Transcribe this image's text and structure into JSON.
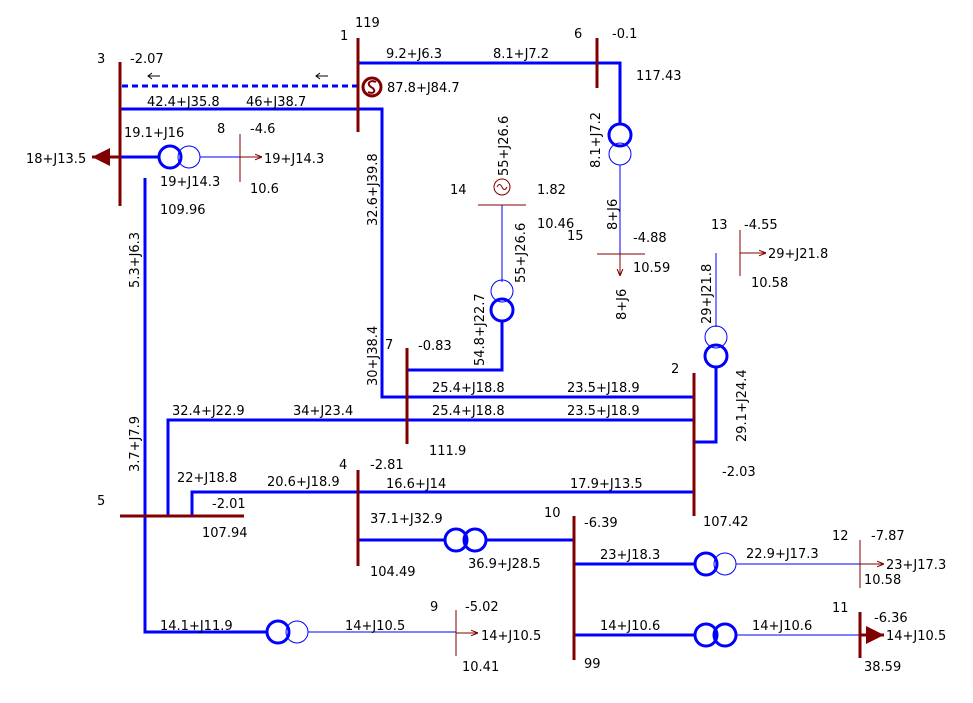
{
  "colors": {
    "line": "#0000ff",
    "bus": "#800000",
    "arrow": "#000000",
    "background": "#ffffff",
    "text": "#000000"
  },
  "buses": {
    "b1": {
      "number": "1",
      "angle": "",
      "voltage": "119"
    },
    "b2": {
      "number": "2",
      "angle": "-2.03",
      "voltage": "107.42"
    },
    "b3": {
      "number": "3",
      "angle": "-2.07",
      "voltage": "109.96"
    },
    "b4": {
      "number": "4",
      "angle": "-2.81",
      "voltage": "104.49"
    },
    "b5": {
      "number": "5",
      "angle": "-2.01",
      "voltage": "107.94"
    },
    "b6": {
      "number": "6",
      "angle": "-0.1",
      "voltage": "117.43"
    },
    "b7": {
      "number": "7",
      "angle": "-0.83",
      "voltage": "111.9"
    },
    "b8": {
      "number": "8",
      "angle": "-4.6",
      "voltage": "10.6"
    },
    "b9": {
      "number": "9",
      "angle": "-5.02",
      "voltage": "10.41"
    },
    "b10": {
      "number": "10",
      "angle": "-6.39",
      "voltage": "99"
    },
    "b11": {
      "number": "11",
      "angle": "-6.36",
      "voltage": "38.59"
    },
    "b12": {
      "number": "12",
      "angle": "-7.87",
      "voltage": "10.58"
    },
    "b13": {
      "number": "13",
      "angle": "-4.55",
      "voltage": "10.58"
    },
    "b14": {
      "number": "14",
      "angle": "1.82",
      "voltage": "10.46"
    },
    "b15": {
      "number": "15",
      "angle": "-4.88",
      "voltage": "10.59"
    }
  },
  "flows": {
    "f_1_6_a": "9.2+J6.3",
    "f_1_6_b": "8.1+J7.2",
    "f_slack": "87.8+J84.7",
    "f_3_1_a": "42.4+J35.8",
    "f_3_1_b": "46+J38.7",
    "f_3_8_a": "19.1+J16",
    "f_3_8_b": "19+J14.3",
    "f_load3": "18+J13.5",
    "f_load8": "19+J14.3",
    "f_1_7_a": "32.6+J39.8",
    "f_1_7_b": "30+J38.4",
    "f_3_5_a": "5.3+J6.3",
    "f_3_5_b": "3.7+J7.9",
    "f_6_15_a": "8.1+J7.2",
    "f_6_15_b": "8+J6",
    "f_load15": "8+J6",
    "f_gen14": "55+J26.6",
    "f_14_7_a": "55+J26.6",
    "f_14_7_b": "54.8+J22.7",
    "f_13_2_a": "29+J21.8",
    "f_13_2_b": "29.1+J24.4",
    "f_load13": "29+J21.8",
    "f_7_2_u1": "25.4+J18.8",
    "f_7_2_u2": "23.5+J18.9",
    "f_7_2_l1": "25.4+J18.8",
    "f_7_2_l2": "23.5+J18.9",
    "f_5_7_a": "32.4+J22.9",
    "f_5_7_b": "34+J23.4",
    "f_5_4_a": "22+J18.8",
    "f_5_4_b": "20.6+J18.9",
    "f_4_2_a": "16.6+J14",
    "f_4_2_b": "17.9+J13.5",
    "f_4_10_a": "37.1+J32.9",
    "f_4_10_b": "36.9+J28.5",
    "f_10_12_a": "23+J18.3",
    "f_10_12_b": "22.9+J17.3",
    "f_load12": "23+J17.3",
    "f_10_11_a": "14+J10.6",
    "f_10_11_b": "14+J10.6",
    "f_load11": "14+J10.5",
    "f_5_9_a": "14.1+J11.9",
    "f_5_9_b": "14+J10.5",
    "f_load9": "14+J10.5"
  }
}
